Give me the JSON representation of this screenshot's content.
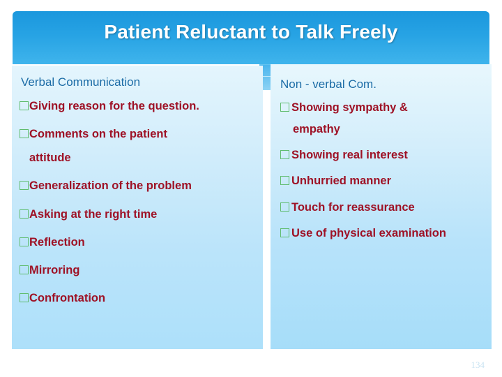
{
  "slide": {
    "title": "Patient Reluctant to Talk Freely",
    "page_number": "134",
    "colors": {
      "banner_blue": "#27a3e4",
      "heading_blue": "#1c6ca6",
      "bullet_text_red": "#9e1226",
      "bullet_marker_green": "#5fbc6e",
      "panel_light_blue": "#d2edfb",
      "page_number_gray": "#c9e3f2"
    }
  },
  "columns": {
    "left": {
      "heading": "Verbal Communication",
      "items": [
        {
          "text": "Giving  reason for the question.",
          "continuation": null
        },
        {
          "text": "Comments on the patient",
          "continuation": "attitude"
        },
        {
          "text": "Generalization of the problem",
          "continuation": null
        },
        {
          "text": "Asking at the right time",
          "continuation": null
        },
        {
          "text": "Reflection",
          "continuation": null
        },
        {
          "text": "Mirroring",
          "continuation": null
        },
        {
          "text": "Confrontation",
          "continuation": null
        }
      ]
    },
    "right": {
      "heading": "Non - verbal Com.",
      "items": [
        {
          "text": "Showing sympathy &",
          "continuation": "empathy"
        },
        {
          "text": "Showing real interest",
          "continuation": null
        },
        {
          "text": "Unhurried  manner",
          "continuation": null
        },
        {
          "text": "Touch for reassurance",
          "continuation": null
        },
        {
          "text": "Use of  physical examination",
          "continuation": null
        }
      ]
    }
  }
}
